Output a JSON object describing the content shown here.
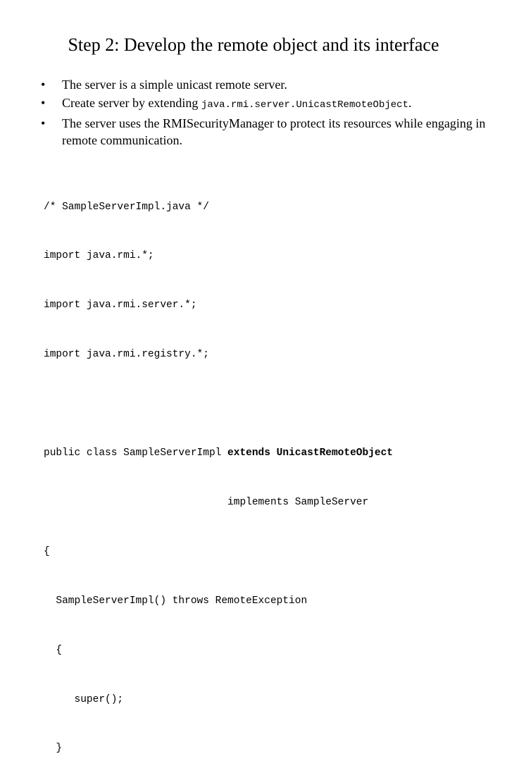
{
  "slide": {
    "title": "Step 2: Develop the remote object and its interface",
    "bullets": [
      {
        "marker": "•",
        "text": "The server is a simple unicast remote server."
      },
      {
        "marker": "•",
        "text_before": "Create server by extending ",
        "code": "java.rmi.server.UnicastRemoteObject",
        "text_after": "."
      },
      {
        "marker": "•",
        "text": "The server uses the RMISecurityManager to protect its resources while engaging in remote communication."
      }
    ],
    "code": {
      "comment": "/* SampleServerImpl.java */",
      "imports": [
        "import java.rmi.*;",
        "import java.rmi.server.*;",
        "import java.rmi.registry.*;"
      ],
      "class_decl": "public class SampleServerImpl ",
      "extends_kw": "extends",
      "extends_sep": " ",
      "extends_type": "UnicastRemoteObject",
      "implements_line": "                              implements SampleServer",
      "open_brace": "{",
      "constructor_sig": "  SampleServerImpl() throws RemoteException",
      "ctor_open": "  {",
      "super_call": "     super();",
      "ctor_close": "  }"
    }
  }
}
